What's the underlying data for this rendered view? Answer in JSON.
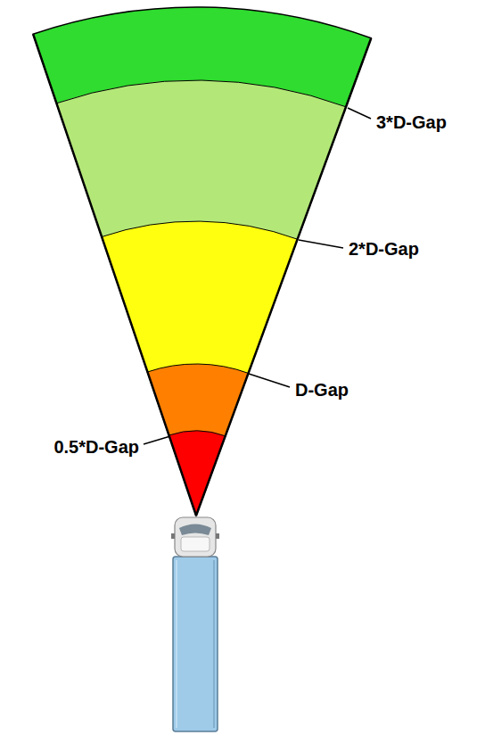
{
  "diagram": {
    "labels": [
      "3*D-Gap",
      "2*D-Gap",
      "D-Gap",
      "0.5*D-Gap"
    ]
  }
}
